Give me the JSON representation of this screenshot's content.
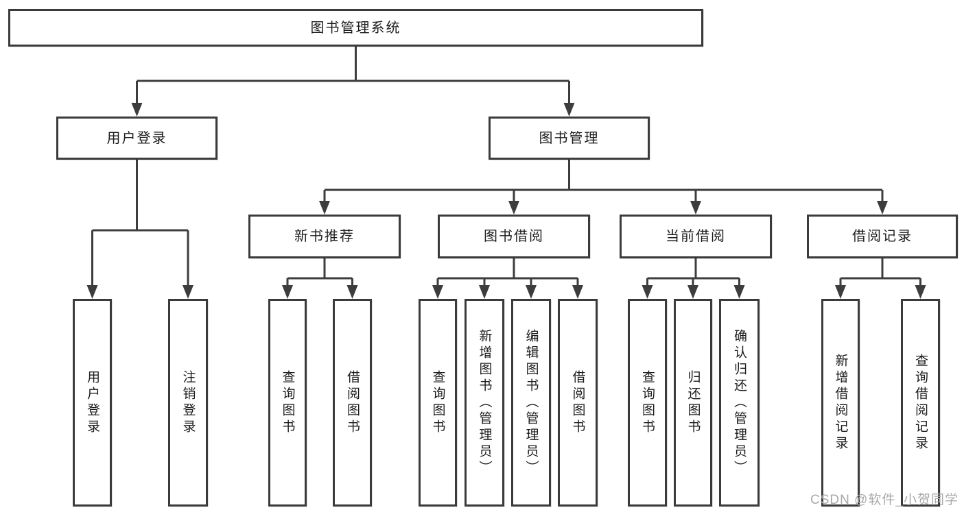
{
  "diagram": {
    "root": {
      "label": "图书管理系统"
    },
    "level2": [
      {
        "label": "用户登录"
      },
      {
        "label": "图书管理"
      }
    ],
    "level3": [
      {
        "label": "新书推荐"
      },
      {
        "label": "图书借阅"
      },
      {
        "label": "当前借阅"
      },
      {
        "label": "借阅记录"
      }
    ],
    "leaves": [
      {
        "label": "用户登录"
      },
      {
        "label": "注销登录"
      },
      {
        "label": "查询图书"
      },
      {
        "label": "借阅图书"
      },
      {
        "label": "查询图书"
      },
      {
        "label": "新增图书（管理员）"
      },
      {
        "label": "编辑图书（管理员）"
      },
      {
        "label": "借阅图书"
      },
      {
        "label": "查询图书"
      },
      {
        "label": "归还图书"
      },
      {
        "label": "确认归还（管理员）"
      },
      {
        "label": "新增借阅记录"
      },
      {
        "label": "查询借阅记录"
      }
    ]
  },
  "watermark": {
    "text": "CSDN @软件_小贺同学"
  },
  "colors": {
    "line": "#3d3d3d",
    "border": "#3b3b3b",
    "text": "#1c1c1c",
    "watermark_text": "#a9a9a9",
    "background": "#ffffff"
  }
}
